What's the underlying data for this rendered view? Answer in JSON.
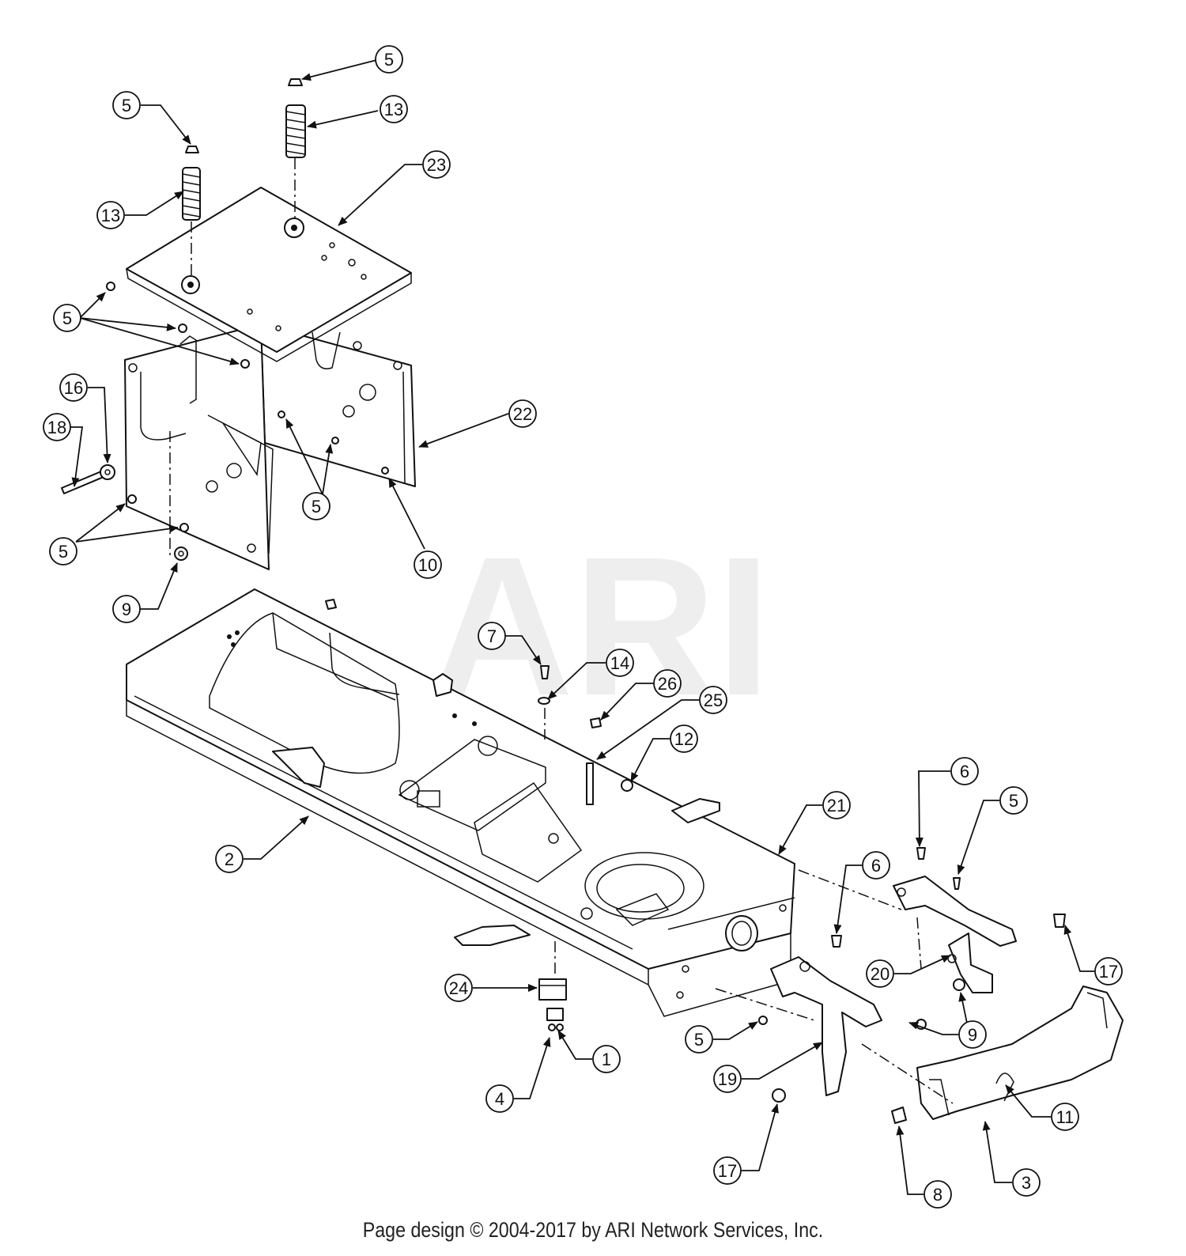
{
  "footer": "Page design © 2004-2017 by ARI Network Services, Inc.",
  "watermark": "ARI",
  "callouts": [
    {
      "id": "c5a",
      "label": "5"
    },
    {
      "id": "c13a",
      "label": "13"
    },
    {
      "id": "c5b",
      "label": "5"
    },
    {
      "id": "c23",
      "label": "23"
    },
    {
      "id": "c13b",
      "label": "13"
    },
    {
      "id": "c5c",
      "label": "5"
    },
    {
      "id": "c16",
      "label": "16"
    },
    {
      "id": "c18",
      "label": "18"
    },
    {
      "id": "c22",
      "label": "22"
    },
    {
      "id": "c5d",
      "label": "5"
    },
    {
      "id": "c5e",
      "label": "5"
    },
    {
      "id": "c10",
      "label": "10"
    },
    {
      "id": "c9a",
      "label": "9"
    },
    {
      "id": "c7",
      "label": "7"
    },
    {
      "id": "c14",
      "label": "14"
    },
    {
      "id": "c26",
      "label": "26"
    },
    {
      "id": "c25",
      "label": "25"
    },
    {
      "id": "c12",
      "label": "12"
    },
    {
      "id": "c6a",
      "label": "6"
    },
    {
      "id": "c5f",
      "label": "5"
    },
    {
      "id": "c21",
      "label": "21"
    },
    {
      "id": "c2",
      "label": "2"
    },
    {
      "id": "c6b",
      "label": "6"
    },
    {
      "id": "c17a",
      "label": "17"
    },
    {
      "id": "c20",
      "label": "20"
    },
    {
      "id": "c24",
      "label": "24"
    },
    {
      "id": "c9b",
      "label": "9"
    },
    {
      "id": "c5g",
      "label": "5"
    },
    {
      "id": "c1",
      "label": "1"
    },
    {
      "id": "c19",
      "label": "19"
    },
    {
      "id": "c11",
      "label": "11"
    },
    {
      "id": "c4",
      "label": "4"
    },
    {
      "id": "c17b",
      "label": "17"
    },
    {
      "id": "c3",
      "label": "3"
    },
    {
      "id": "c8",
      "label": "8"
    }
  ]
}
